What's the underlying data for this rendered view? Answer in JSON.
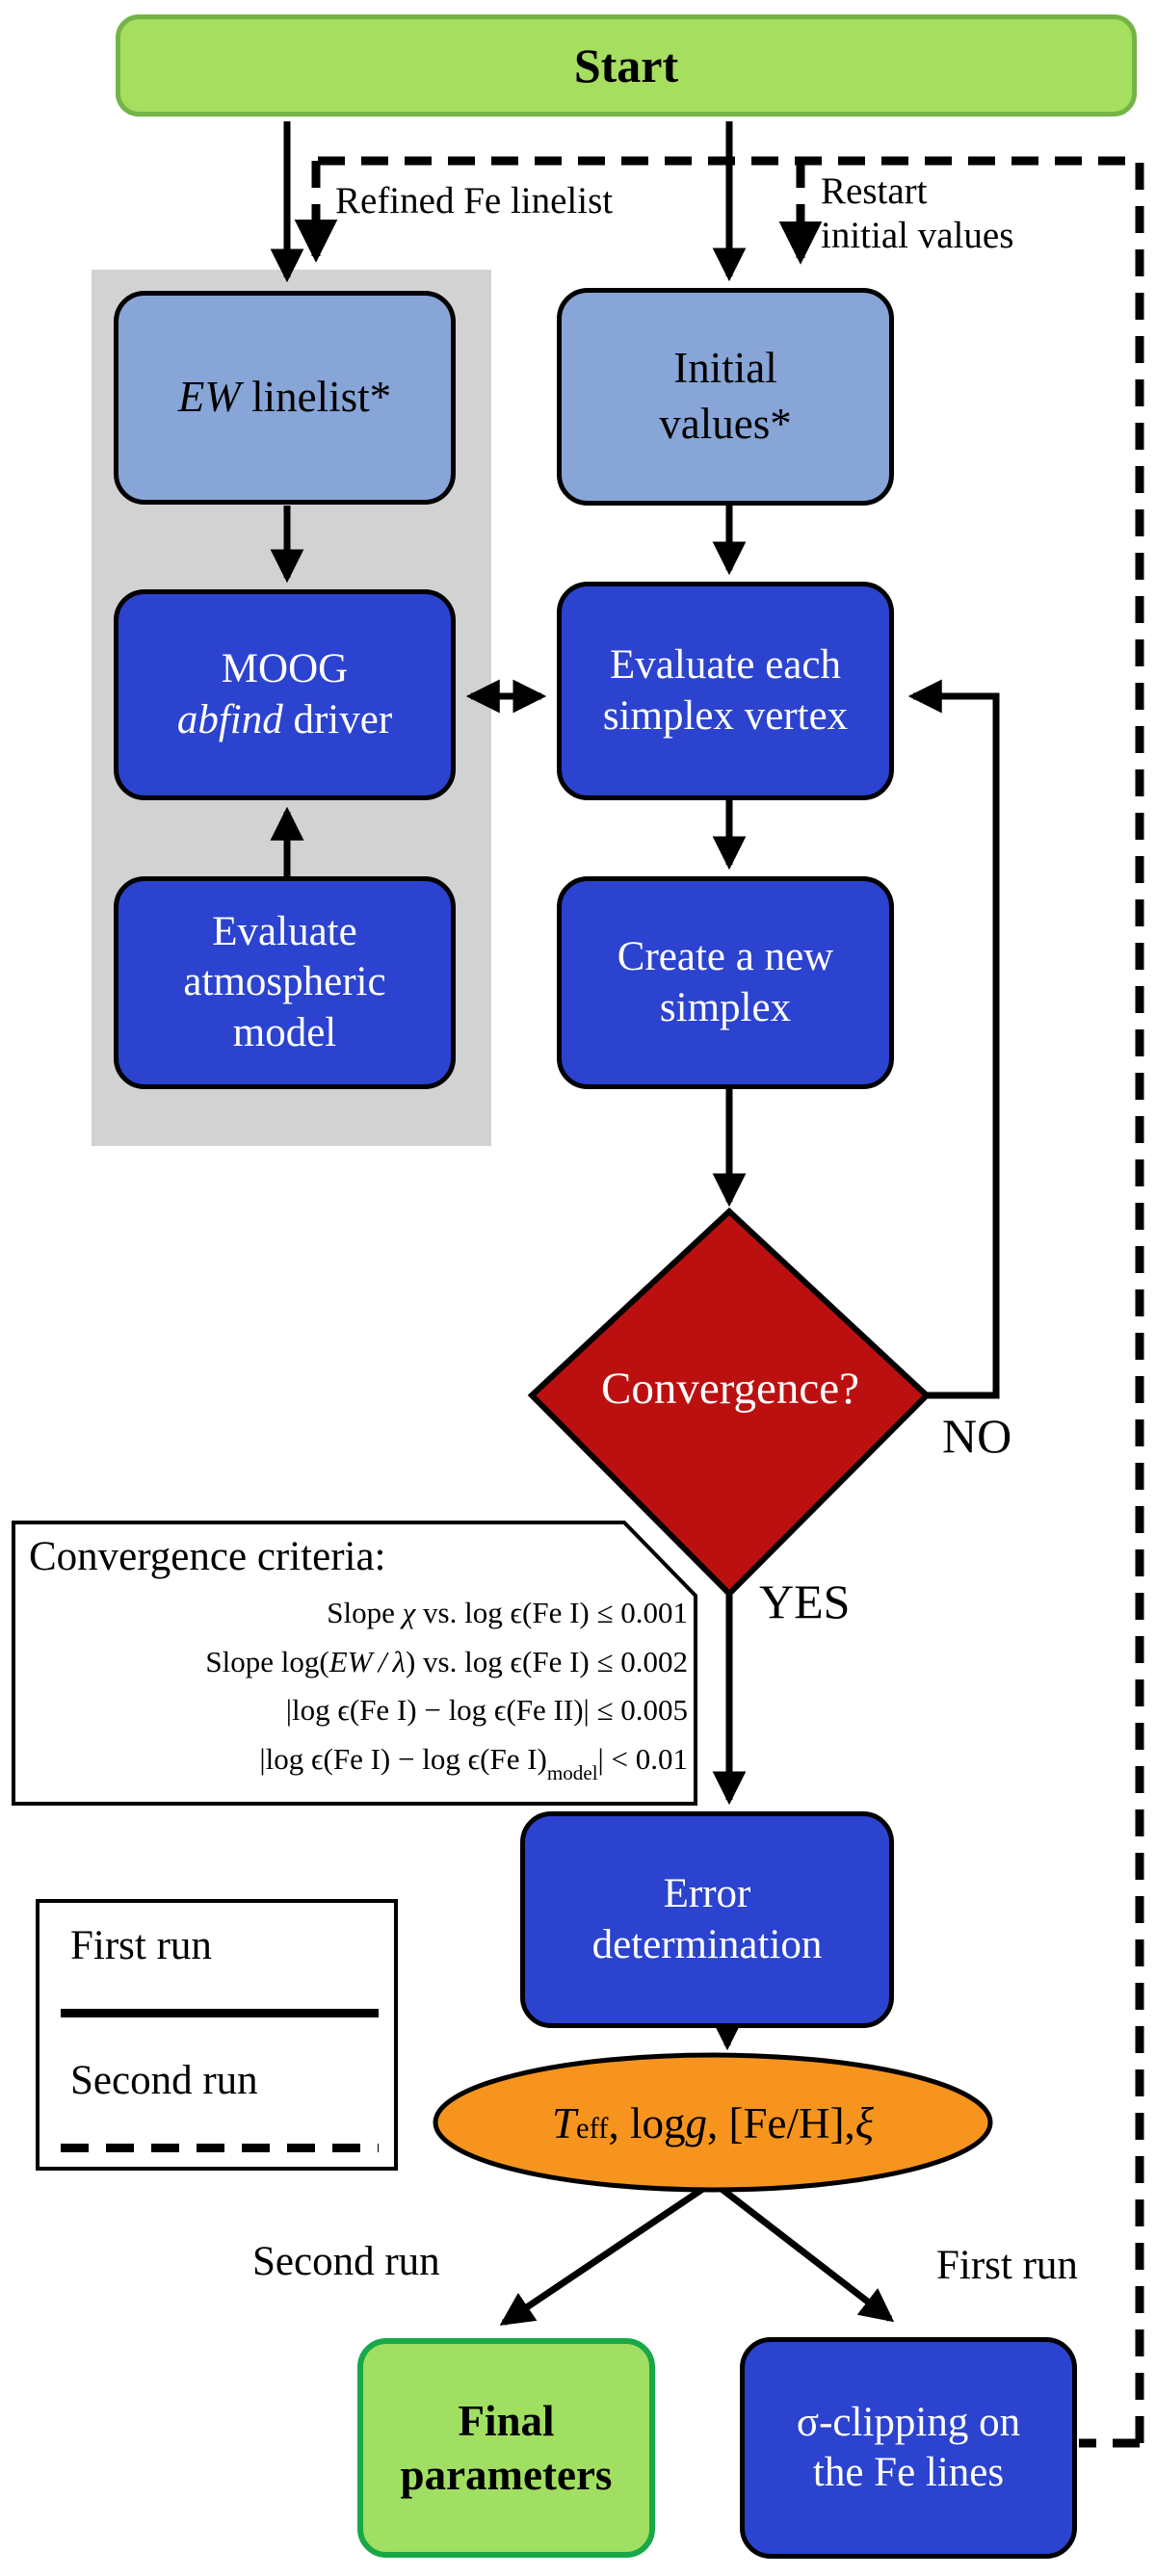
{
  "palette": {
    "start_fill": "#A6DE60",
    "start_border": "#74B445",
    "input_fill": "#87A5D6",
    "process_fill": "#2B43CE",
    "decision_fill": "#BC1010",
    "result_fill": "#F7941E",
    "final_fill": "#A0DF62",
    "final_border": "#18A848",
    "panel_gray": "#D2D2D2",
    "line": "#000000"
  },
  "nodes": {
    "start": {
      "label": "Start"
    },
    "ew_linelist": {
      "italic": "EW",
      "rest": " linelist*"
    },
    "initial_values": {
      "line1": "Initial",
      "line2": "values*"
    },
    "moog": {
      "line1": "MOOG",
      "italic": "abfind",
      "rest": " driver"
    },
    "evaluate_vertex": {
      "line1": "Evaluate each",
      "line2": "simplex vertex"
    },
    "eval_atmospheric": {
      "line1": "Evaluate",
      "line2": "atmospheric",
      "line3": "model"
    },
    "create_simplex": {
      "line1": "Create a new",
      "line2": "simplex"
    },
    "convergence": {
      "label": "Convergence?"
    },
    "error_determination": {
      "line1": "Error",
      "line2": "determination"
    },
    "results_ellipse": {
      "p1": "T",
      "p1_sub": "eff",
      "p2": ", log ",
      "p3": "g",
      "p4": ", [Fe/H], ",
      "p5": "ξ"
    },
    "final_parameters": {
      "line1": "Final",
      "line2": "parameters"
    },
    "sigma_clipping": {
      "line1": "σ-clipping on",
      "line2": "the Fe lines"
    }
  },
  "edge_labels": {
    "refined_linelist": "Refined Fe linelist",
    "restart_line1": "Restart",
    "restart_line2": "initial values",
    "no": "NO",
    "yes": "YES",
    "second_run": "Second run",
    "first_run": "First run"
  },
  "criteria": {
    "title": "Convergence criteria:",
    "line1_pre": "Slope ",
    "line1_it": "χ",
    "line1_post": " vs. log ϵ(Fe I)  ≤ 0.001",
    "line2_pre": "Slope log(",
    "line2_it": "EW / λ",
    "line2_post": ") vs. log ϵ(Fe I)  ≤ 0.002",
    "line3": "|log ϵ(Fe I) − log ϵ(Fe II)| ≤ 0.005",
    "line4_pre": "|log ϵ(Fe I)  − log ϵ(Fe I)",
    "line4_sub": "model",
    "line4_post": "| < 0.01"
  },
  "legend": {
    "first": "First run",
    "second": "Second run"
  }
}
